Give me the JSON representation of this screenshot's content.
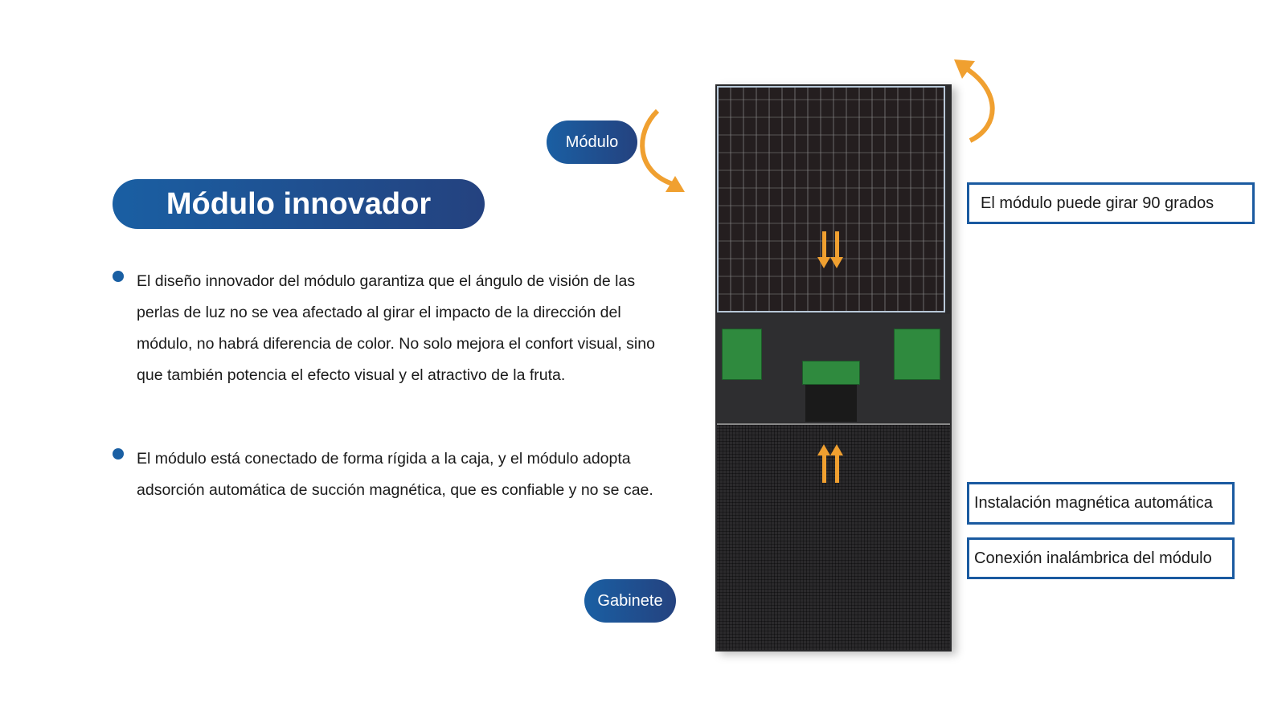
{
  "title": "Módulo innovador",
  "labels": {
    "module": "Módulo",
    "cabinet": "Gabinete"
  },
  "bullets": [
    "El diseño innovador del módulo garantiza que el ángulo de visión de las perlas de luz no se vea afectado al girar el impacto de la dirección del módulo, no habrá diferencia de color. No solo mejora el confort visual, sino que también potencia el efecto visual y el atractivo de la fruta.",
    "El módulo está conectado de forma rígida a la caja, y el módulo adopta adsorción automática de succión magnética, que es confiable y no se cae."
  ],
  "callouts": [
    "El módulo puede girar 90 grados",
    "Instalación magnética automática",
    "Conexión inalámbrica del módulo"
  ],
  "colors": {
    "accent": "#1a5fa3",
    "arrow": "#f0a030",
    "border": "#1a5aa0"
  }
}
